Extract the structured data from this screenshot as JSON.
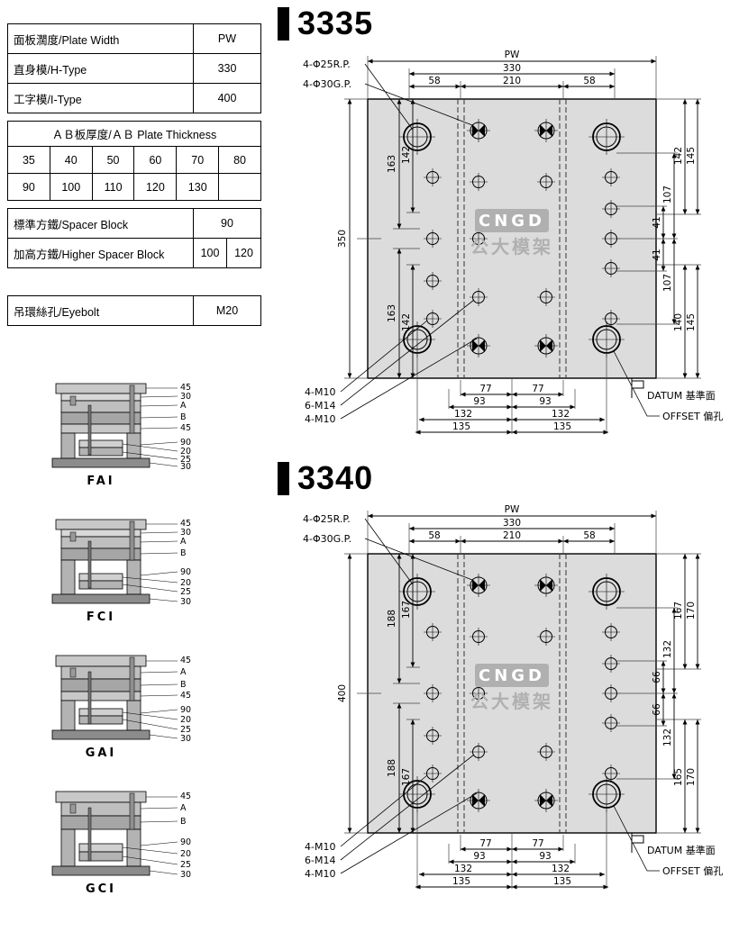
{
  "spec_table": {
    "width_rows": [
      {
        "label": "面板濶度/Plate Width",
        "value": "PW"
      },
      {
        "label": "直身模/H-Type",
        "value": "330"
      },
      {
        "label": "工字模/I-Type",
        "value": "400"
      }
    ],
    "ab_title": "ＡＢ板厚度/ＡＢ Plate Thickness",
    "ab_values_row1": [
      "35",
      "40",
      "50",
      "60",
      "70",
      "80"
    ],
    "ab_values_row2": [
      "90",
      "100",
      "110",
      "120",
      "130",
      ""
    ],
    "spacer_label": "標準方鐵/Spacer Block",
    "spacer_value": "90",
    "higher_spacer_label": "加高方鐵/Higher Spacer Block",
    "higher_spacer_values": [
      "100",
      "120"
    ],
    "eyebolt_label": "吊環絲孔/Eyebolt",
    "eyebolt_value": "M20"
  },
  "cross_sections": [
    {
      "name": "FAI",
      "dims": [
        "45",
        "30",
        "A",
        "B",
        "45",
        "90",
        "20",
        "25",
        "30"
      ]
    },
    {
      "name": "FCI",
      "dims": [
        "45",
        "30",
        "A",
        "B",
        "90",
        "20",
        "25",
        "30"
      ]
    },
    {
      "name": "GAI",
      "dims": [
        "45",
        "A",
        "B",
        "45",
        "90",
        "20",
        "25",
        "30"
      ]
    },
    {
      "name": "GCI",
      "dims": [
        "45",
        "A",
        "B",
        "90",
        "20",
        "25",
        "30"
      ]
    }
  ],
  "diagrams": [
    {
      "title": "3335",
      "callout_rp": "4-Φ25R.P.",
      "callout_gp": "4-Φ30G.P.",
      "callout_m10a": "4-M10",
      "callout_m14": "6-M14",
      "callout_m10b": "4-M10",
      "datum_label": "DATUM 基準面",
      "offset_label": "OFFSET 偏孔",
      "logo_text": "CNGD",
      "logo_name": "公大模架",
      "dim_pw": "PW",
      "dim_w330": "330",
      "dim_w210": "210",
      "dim_58l": "58",
      "dim_58r": "58",
      "dim_total_h": "350",
      "dim_lt_outer": "163",
      "dim_lt_inner": "142",
      "dim_lb_outer": "163",
      "dim_lb_inner": "142",
      "dim_rt_inner": "142",
      "dim_rt_outer": "145",
      "dim_ru_small": "41",
      "dim_ru_mid": "107",
      "dim_rl_small": "41",
      "dim_rl_mid": "107",
      "dim_rb_inner": "140",
      "dim_rb_outer": "145",
      "dim_b77l": "77",
      "dim_b77r": "77",
      "dim_b93l": "93",
      "dim_b93r": "93",
      "dim_b132l": "132",
      "dim_b132r": "132",
      "dim_b135l": "135",
      "dim_b135r": "135"
    },
    {
      "title": "3340",
      "callout_rp": "4-Φ25R.P.",
      "callout_gp": "4-Φ30G.P.",
      "callout_m10a": "4-M10",
      "callout_m14": "6-M14",
      "callout_m10b": "4-M10",
      "datum_label": "DATUM 基準面",
      "offset_label": "OFFSET 偏孔",
      "logo_text": "CNGD",
      "logo_name": "公大模架",
      "dim_pw": "PW",
      "dim_w330": "330",
      "dim_w210": "210",
      "dim_58l": "58",
      "dim_58r": "58",
      "dim_total_h": "400",
      "dim_lt_outer": "188",
      "dim_lt_inner": "167",
      "dim_lb_outer": "188",
      "dim_lb_inner": "167",
      "dim_rt_inner": "167",
      "dim_rt_outer": "170",
      "dim_ru_small": "66",
      "dim_ru_mid": "132",
      "dim_rl_small": "66",
      "dim_rl_mid": "132",
      "dim_rb_inner": "165",
      "dim_rb_outer": "170",
      "dim_b77l": "77",
      "dim_b77r": "77",
      "dim_b93l": "93",
      "dim_b93r": "93",
      "dim_b132l": "132",
      "dim_b132r": "132",
      "dim_b135l": "135",
      "dim_b135r": "135"
    }
  ]
}
